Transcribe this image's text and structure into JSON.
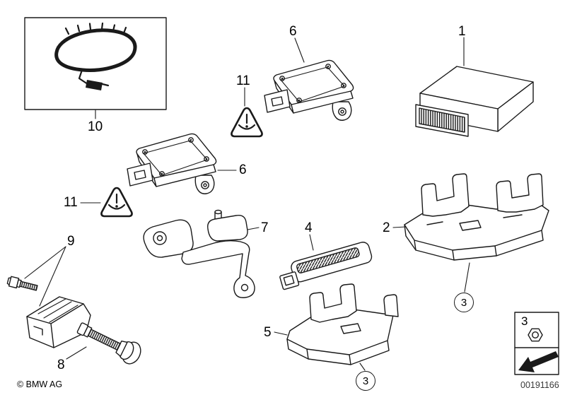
{
  "callouts": {
    "n1": "1",
    "n2": "2",
    "n3": "3",
    "n4": "4",
    "n5": "5",
    "n6": "6",
    "n7": "7",
    "n8": "8",
    "n9": "9",
    "n10": "10",
    "n11": "11"
  },
  "footer": {
    "copyright": "© BMW AG",
    "image_number": "00191166"
  },
  "colors": {
    "line": "#1a1a1a",
    "background": "#ffffff"
  }
}
